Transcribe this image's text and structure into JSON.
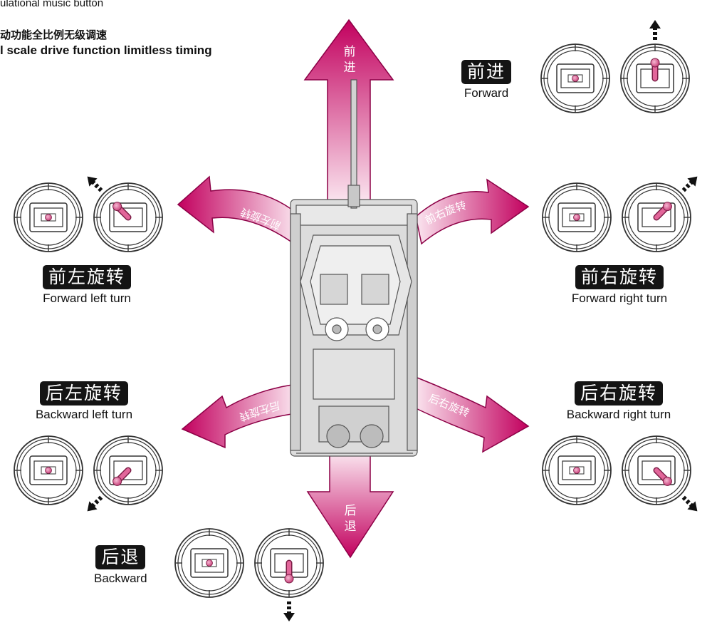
{
  "header": {
    "line1": "ulational music button",
    "line2": "动功能全比例无级调速",
    "line3": "l scale drive function limitless timing"
  },
  "colors": {
    "arrow_dark": "#c2005e",
    "arrow_light": "#f7d6e6",
    "label_bg": "#141414",
    "tank": "#d9d9d9",
    "stick": "#e2669a"
  },
  "arrows": {
    "forward": "前进",
    "backward": "后退",
    "forward_left": "前左旋转",
    "forward_right": "前右旋转",
    "backward_left": "后左旋转",
    "backward_right": "后右旋转"
  },
  "controls": [
    {
      "id": "forward",
      "zh": "前进",
      "en": "Forward",
      "direction": "up"
    },
    {
      "id": "forward_left",
      "zh": "前左旋转",
      "en": "Forward left turn",
      "direction": "up-left"
    },
    {
      "id": "forward_right",
      "zh": "前右旋转",
      "en": "Forward right turn",
      "direction": "up-right"
    },
    {
      "id": "backward_left",
      "zh": "后左旋转",
      "en": "Backward left turn",
      "direction": "down-left"
    },
    {
      "id": "backward_right",
      "zh": "后右旋转",
      "en": "Backward right turn",
      "direction": "down-right"
    },
    {
      "id": "backward",
      "zh": "后退",
      "en": "Backward",
      "direction": "down"
    }
  ]
}
